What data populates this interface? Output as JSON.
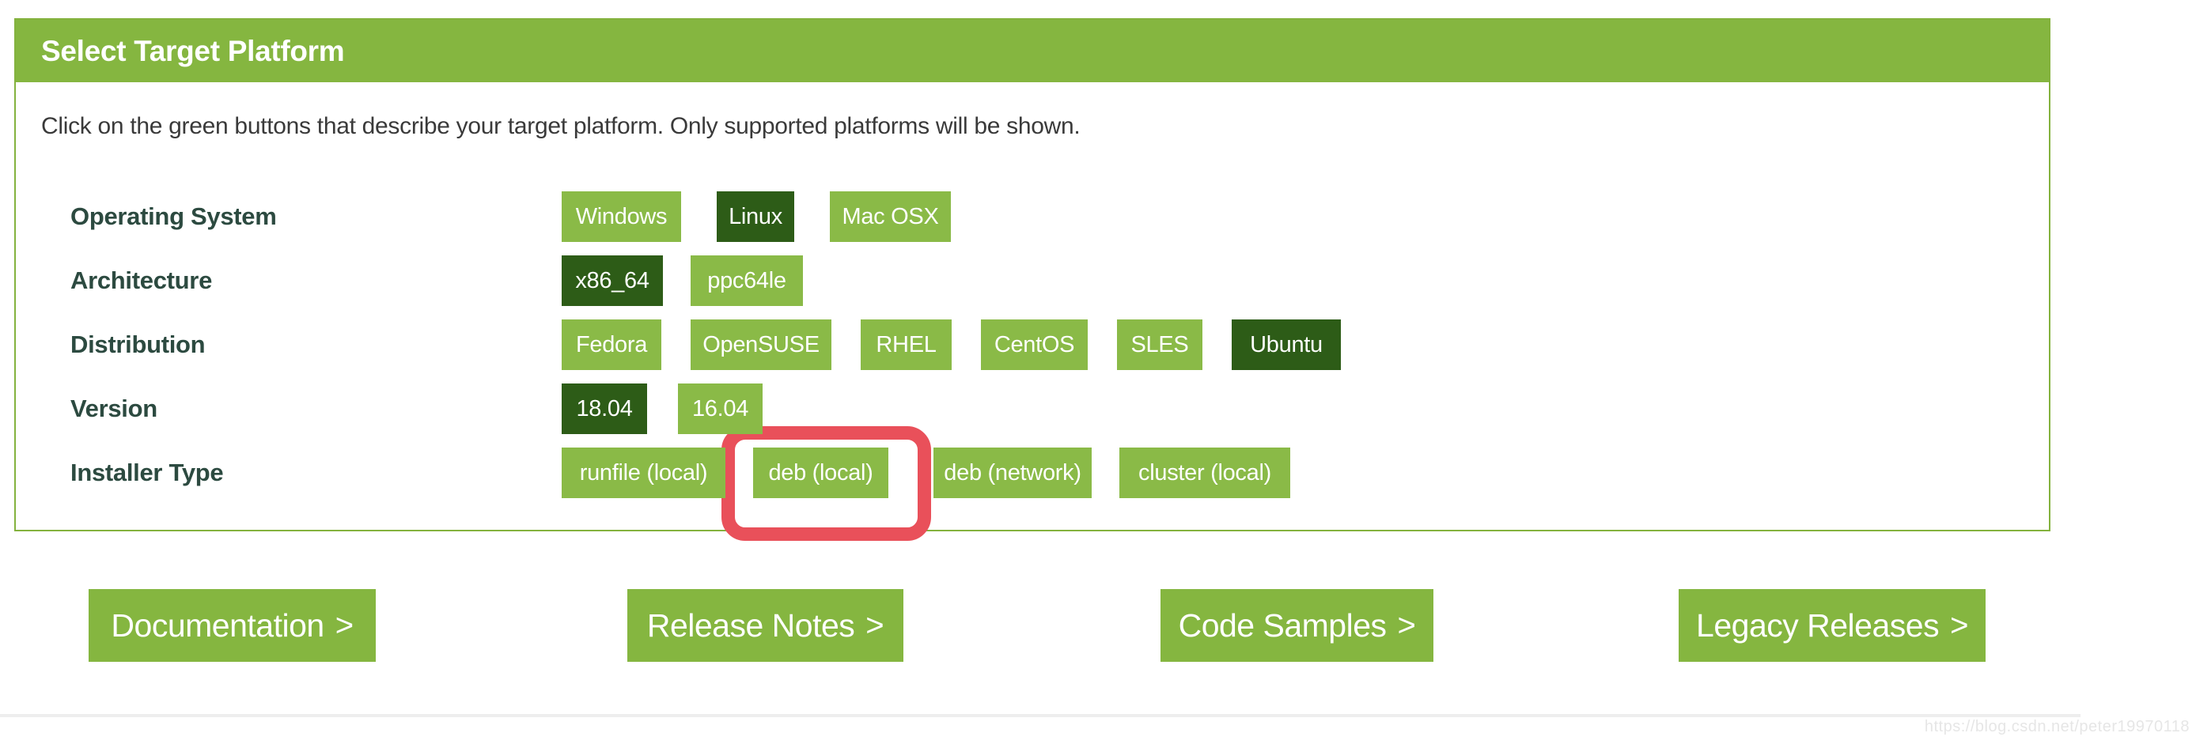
{
  "panel": {
    "title": "Select Target Platform",
    "instruction": "Click on the green buttons that describe your target platform. Only supported platforms will be shown.",
    "rows": [
      {
        "label": "Operating System",
        "buttons": [
          {
            "label": "Windows",
            "selected": false
          },
          {
            "label": "Linux",
            "selected": true
          },
          {
            "label": "Mac OSX",
            "selected": false
          }
        ]
      },
      {
        "label": "Architecture",
        "buttons": [
          {
            "label": "x86_64",
            "selected": true
          },
          {
            "label": "ppc64le",
            "selected": false
          }
        ]
      },
      {
        "label": "Distribution",
        "buttons": [
          {
            "label": "Fedora",
            "selected": false
          },
          {
            "label": "OpenSUSE",
            "selected": false
          },
          {
            "label": "RHEL",
            "selected": false
          },
          {
            "label": "CentOS",
            "selected": false
          },
          {
            "label": "SLES",
            "selected": false
          },
          {
            "label": "Ubuntu",
            "selected": true
          }
        ]
      },
      {
        "label": "Version",
        "buttons": [
          {
            "label": "18.04",
            "selected": true
          },
          {
            "label": "16.04",
            "selected": false
          }
        ]
      },
      {
        "label": "Installer Type",
        "buttons": [
          {
            "label": "runfile (local)",
            "selected": false
          },
          {
            "label": "deb (local)",
            "selected": false
          },
          {
            "label": "deb (network)",
            "selected": false
          },
          {
            "label": "cluster (local)",
            "selected": false
          }
        ]
      }
    ]
  },
  "annotation": {
    "highlighted_option": "deb (local)",
    "color": "#e9505a"
  },
  "footer": {
    "chevron": ">",
    "buttons": [
      {
        "label": "Documentation"
      },
      {
        "label": "Release Notes"
      },
      {
        "label": "Code Samples"
      },
      {
        "label": "Legacy Releases"
      }
    ]
  },
  "watermark": "https://blog.csdn.net/peter19970118",
  "colors": {
    "green": "#85b640",
    "button_green": "#8aba47",
    "selected_green": "#2d5c17",
    "label_color": "#2c4a40",
    "annotation_red": "#e9505a"
  }
}
